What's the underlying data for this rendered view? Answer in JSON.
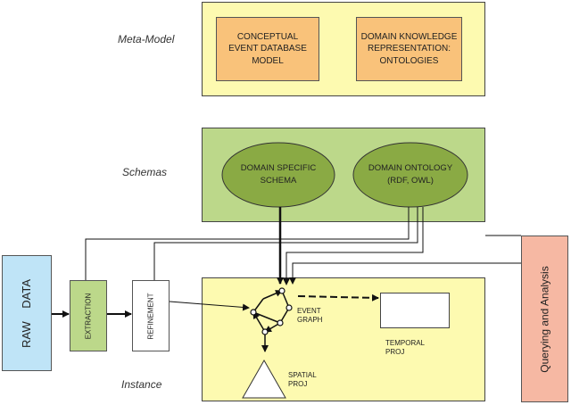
{
  "labels": {
    "meta_model": "Meta-Model",
    "schemas": "Schemas",
    "instance": "Instance"
  },
  "meta_model": {
    "conceptual_box": "CONCEPTUAL EVENT DATABASE MODEL",
    "domain_knowledge_box": "DOMAIN KNOWLEDGE REPRESENTATION: ONTOLOGIES"
  },
  "schemas": {
    "domain_specific": "DOMAIN SPECIFIC SCHEMA",
    "domain_ontology_line1": "DOMAIN ONTOLOGY",
    "domain_ontology_line2": "(RDF, OWL)"
  },
  "pipeline": {
    "raw_data": "RAW    DATA",
    "extraction": "EXTRACTION",
    "refinement": "REFINEMENT",
    "querying": "Querying and Analysis"
  },
  "instance": {
    "event_graph": "EVENT GRAPH",
    "temporal_proj": "TEMPORAL PROJ",
    "spatial_proj": "SPATIAL PROJ"
  },
  "colors": {
    "pale_yellow": "#fdfab0",
    "orange": "#f9c27a",
    "green_panel": "#bcd88a",
    "green_ellipse": "#8aaa44",
    "light_blue": "#bfe4f7",
    "salmon": "#f6b8a3"
  }
}
